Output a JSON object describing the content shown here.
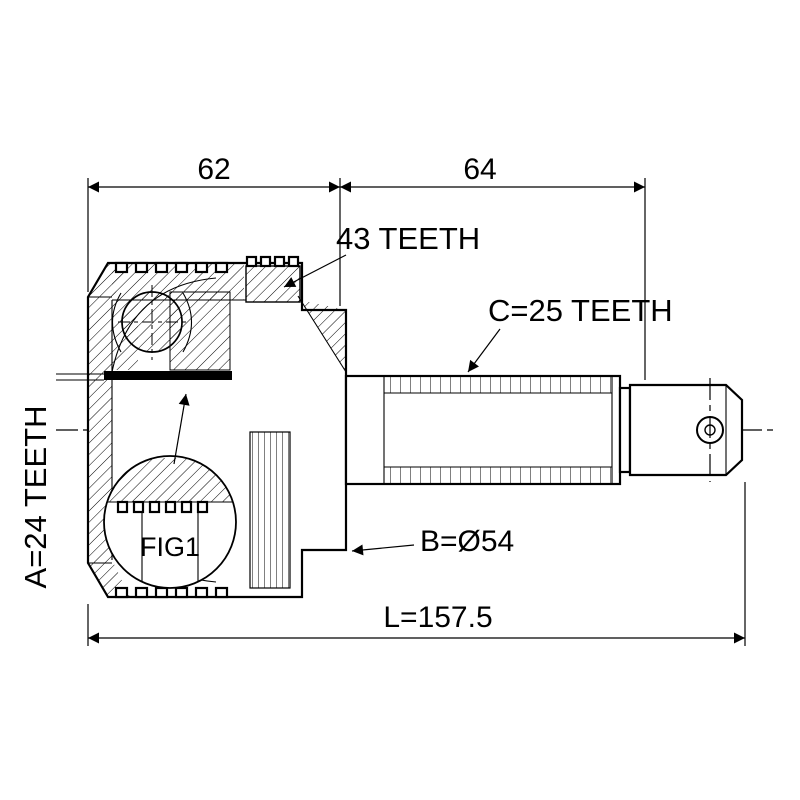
{
  "diagram": {
    "type": "technical-drawing",
    "part": "cv-joint-outer",
    "background": "#ffffff",
    "line_color": "#000000",
    "dimensions": {
      "housing_width": "62",
      "spline_length": "64",
      "shaft_diameter": "B=Ø54",
      "total_length": "L=157.5"
    },
    "labels": {
      "abs_ring_teeth": "43 TEETH",
      "outer_spline_teeth": "C=25 TEETH",
      "inner_spline_teeth": "A=24 TEETH",
      "figure_ref": "FIG1"
    }
  }
}
